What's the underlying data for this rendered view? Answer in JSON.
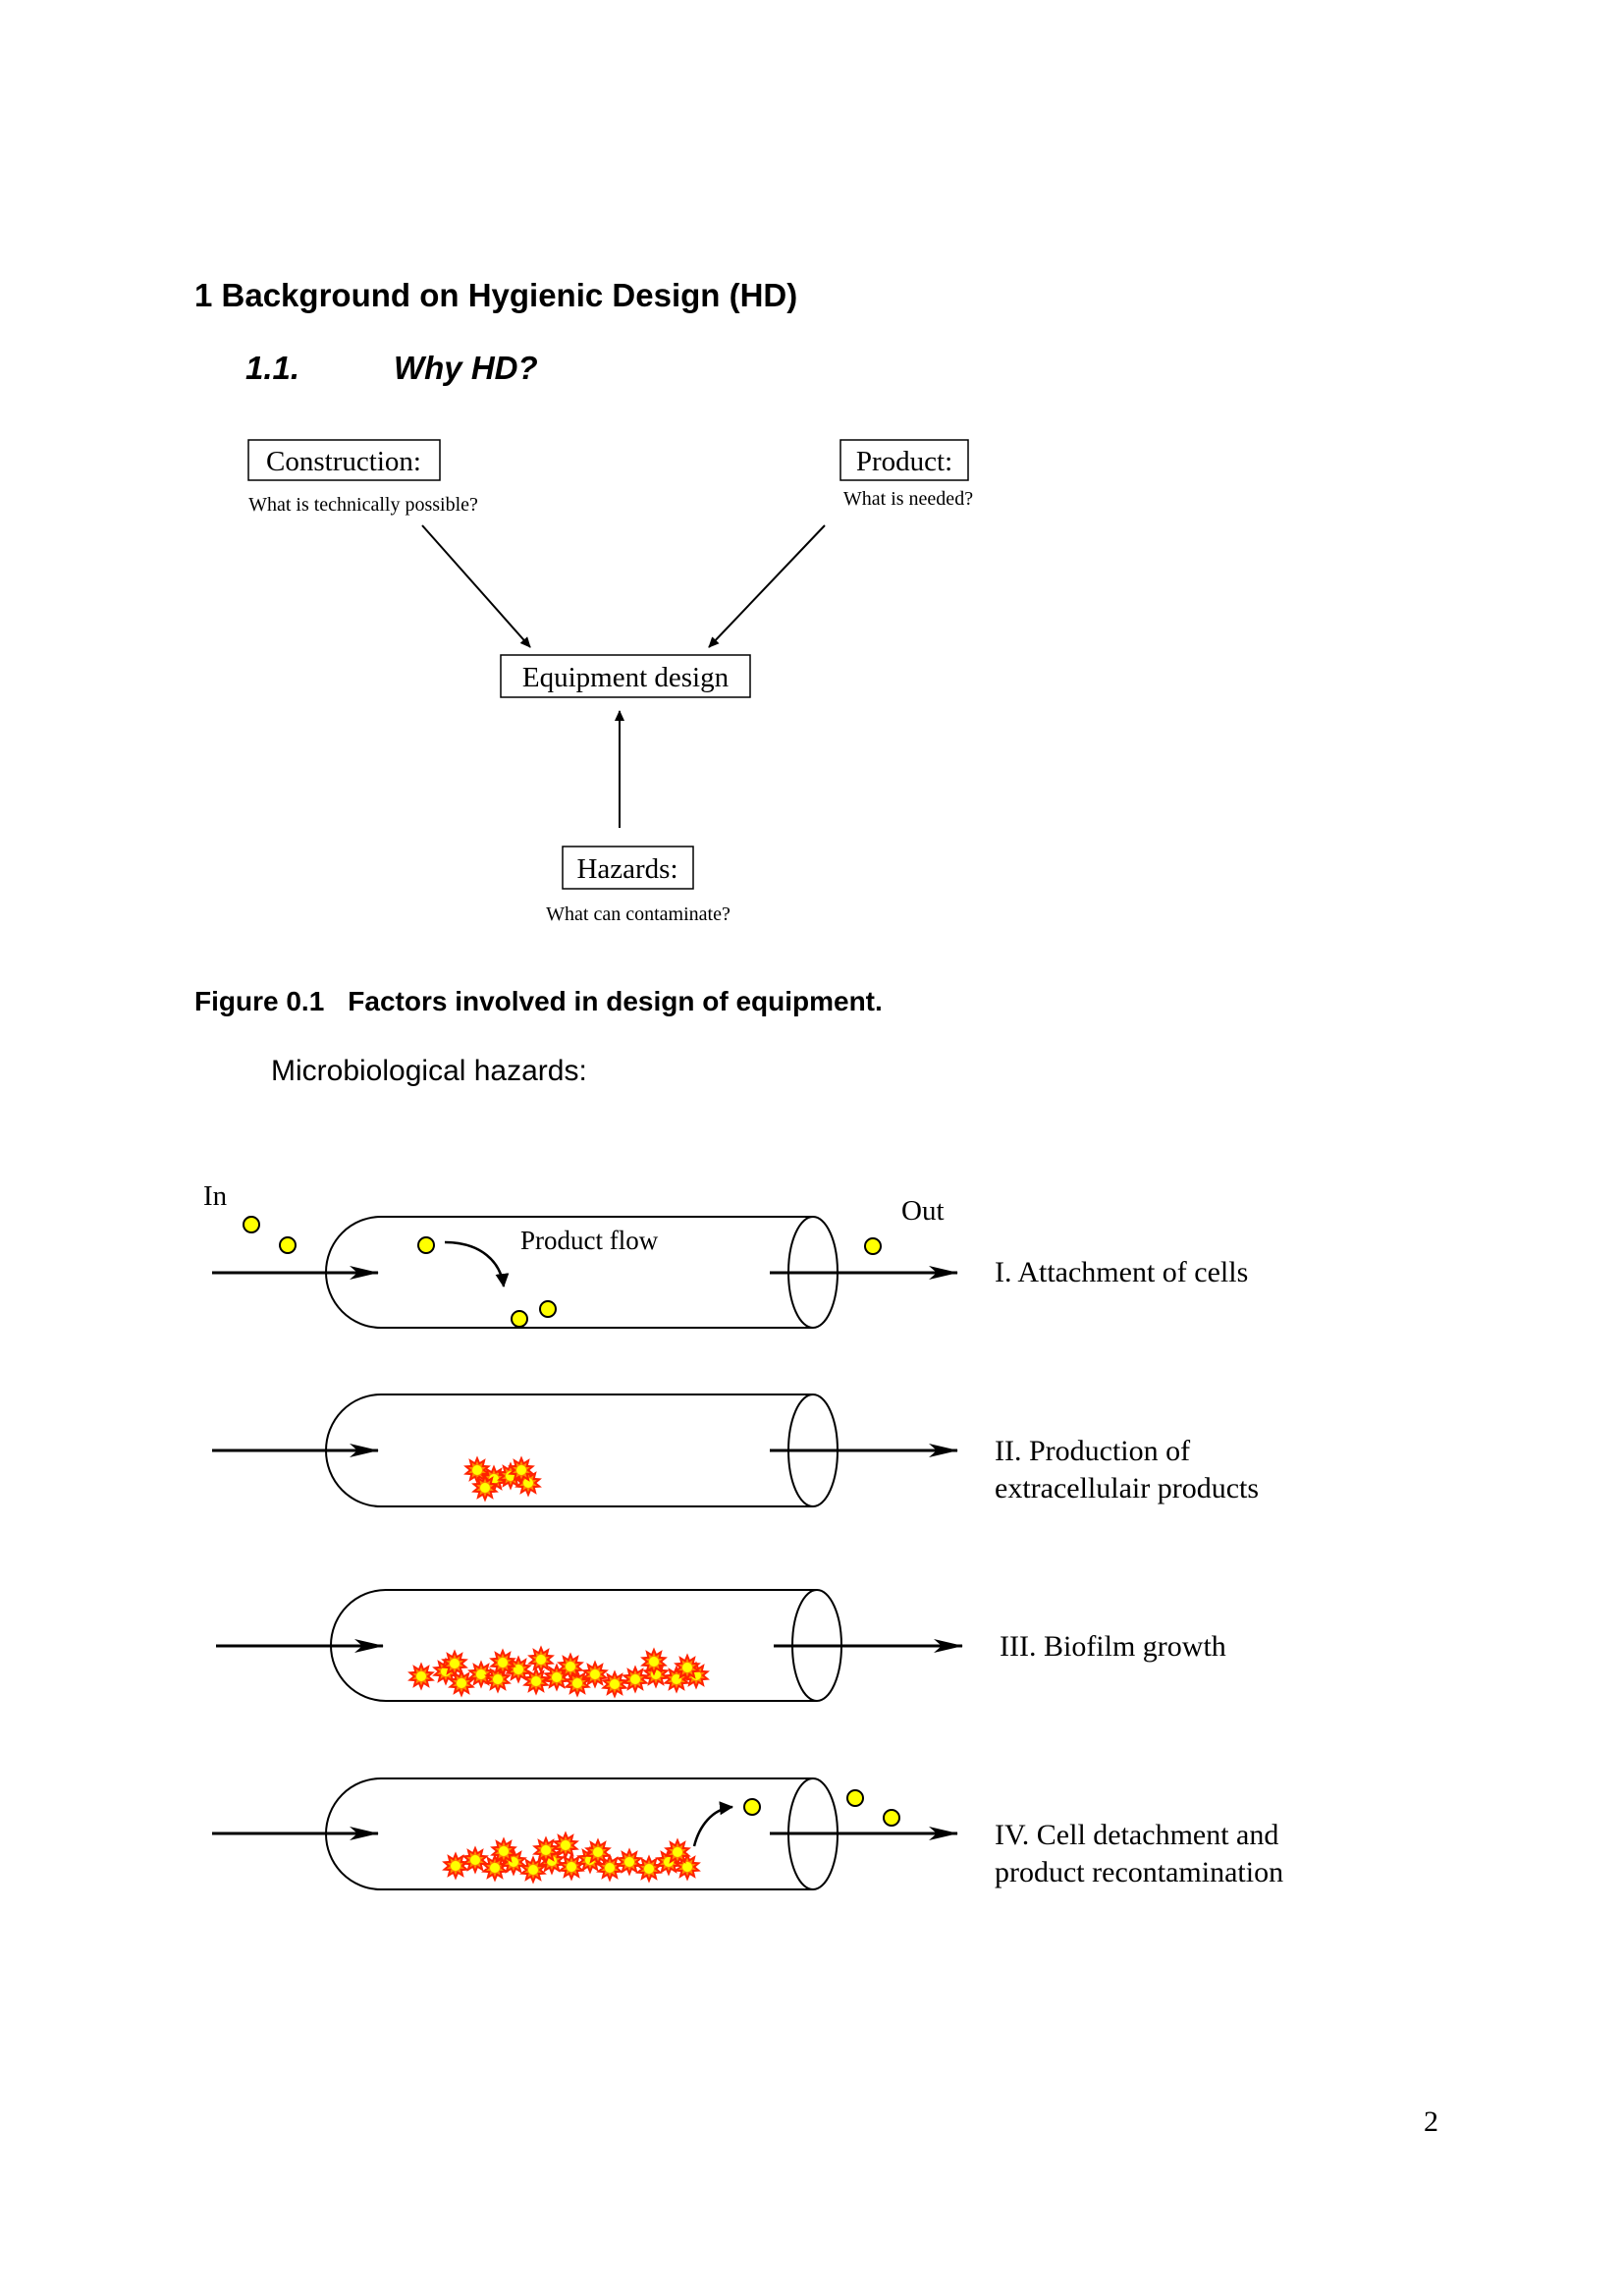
{
  "heading": "1 Background on Hygienic Design (HD)",
  "subheading": {
    "number": "1.1.",
    "title": "Why HD?"
  },
  "diagram1": {
    "construction_label": "Construction:",
    "construction_sub": "What is technically possible?",
    "product_label": "Product:",
    "product_sub": "What is needed?",
    "center_label": "Equipment design",
    "hazards_label": "Hazards:",
    "hazards_sub": "What can contaminate?"
  },
  "figure_caption": {
    "number": "Figure 0.1",
    "text": "Factors involved in design of equipment."
  },
  "subtitle": "Microbiological hazards:",
  "diagram2": {
    "in_label": "In",
    "out_label": "Out",
    "flow_label": "Product flow",
    "stages": [
      {
        "lines": [
          "I. Attachment of cells"
        ]
      },
      {
        "lines": [
          "II. Production of",
          "extracellulair products"
        ]
      },
      {
        "lines": [
          "III. Biofilm growth"
        ]
      },
      {
        "lines": [
          "IV. Cell detachment and",
          "product recontamination"
        ]
      }
    ]
  },
  "page_number": "2",
  "colors": {
    "cell_fill": "#ffff00",
    "biofilm_outer": "#ff2200",
    "biofilm_mid": "#ff8800"
  }
}
